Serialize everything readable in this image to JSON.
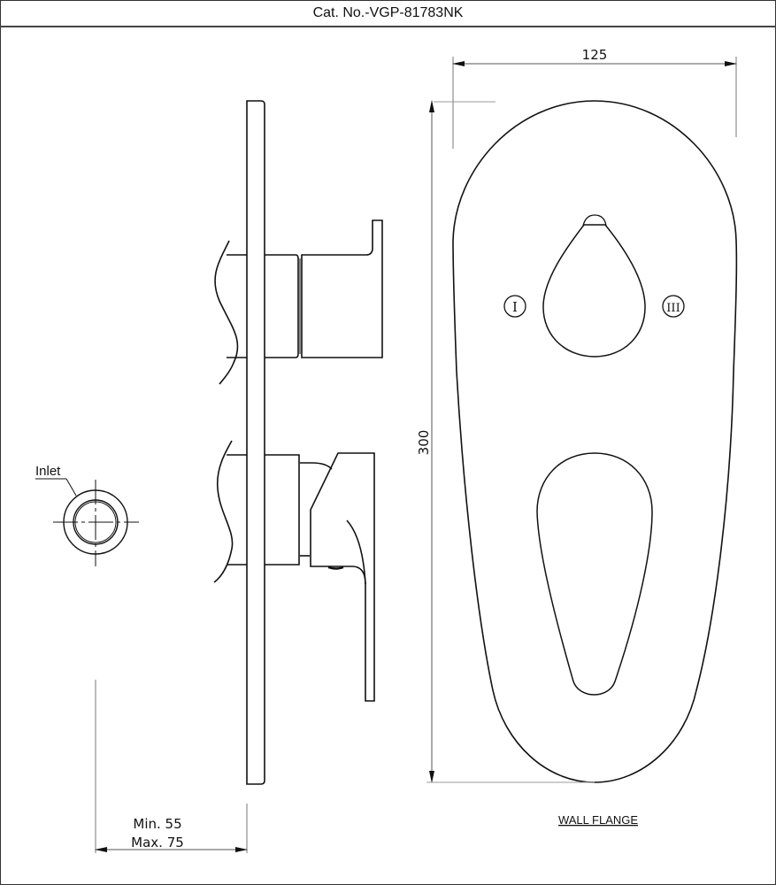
{
  "header": {
    "title": "Cat. No.-VGP-81783NK"
  },
  "dimensions": {
    "width_label": "125",
    "height_label": "300",
    "depth_min": "Min. 55",
    "depth_max": "Max. 75"
  },
  "labels": {
    "inlet": "Inlet",
    "wall_flange": "WALL FLANGE",
    "position_left": "I",
    "position_right": "III"
  },
  "views": [
    {
      "name": "side-view",
      "description": "Side elevation of diverter with flange, knob and lever handle"
    },
    {
      "name": "inlet-detail",
      "description": "Inlet cross-section circle with centerlines"
    },
    {
      "name": "front-view",
      "description": "Front elevation of teardrop wall flange with diverter knob and lever cutout"
    }
  ],
  "colors": {
    "line": "#111111",
    "dimension": "#555555",
    "extension": "#999999",
    "background": "#ffffff"
  }
}
